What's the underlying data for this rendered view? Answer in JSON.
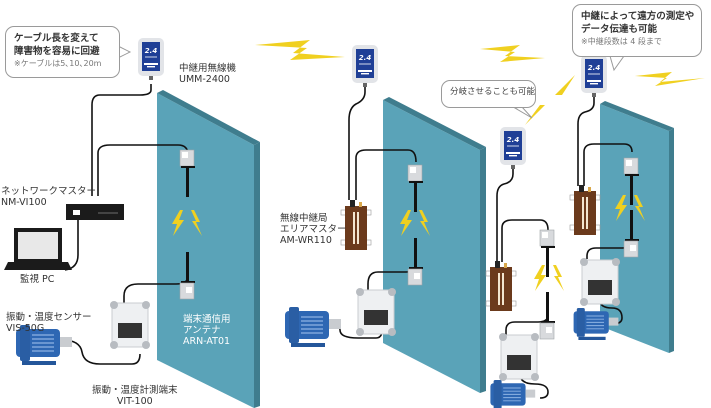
{
  "diagram": {
    "title": "無線中継による振動・温度監視システム構成図",
    "colors": {
      "wall": "#5aa3b8",
      "wall_side": "#3f7d8e",
      "bolt": "#f0d020",
      "repeater_face": "#1f3f96",
      "repeater_body": "#e2e4e8",
      "area_master": "#6b3a1c",
      "motor": "#2e67b3",
      "terminal_body": "#eef0f2",
      "terminal_screen": "#333333"
    },
    "repeater_display": "2.4",
    "labels": {
      "repeater": [
        "中継用無線機",
        "UMM-2400"
      ],
      "network_master": [
        "ネットワークマスター",
        "NM-VI100"
      ],
      "monitor_pc": [
        "監視 PC"
      ],
      "sensor": [
        "振動・温度センサー",
        "VIS-50G"
      ],
      "terminal": [
        "振動・温度計測端末",
        "VIT-100"
      ],
      "antenna": [
        "端末通信用",
        "アンテナ",
        "ARN-AT01"
      ],
      "area_master": [
        "無線中継局",
        "エリアマスター",
        "AM-WR110"
      ]
    },
    "callouts": {
      "cable": {
        "lines": [
          "ケーブル長を変えて",
          "障害物を容易に回避"
        ],
        "note": "※ケーブルは5､10､20m"
      },
      "branch": {
        "lines": [
          "分岐させることも可能"
        ]
      },
      "relay": {
        "lines": [
          "中継によって遠方の測定や",
          "データ伝達も可能"
        ],
        "note": "※中継段数は 4 段まで"
      }
    }
  }
}
